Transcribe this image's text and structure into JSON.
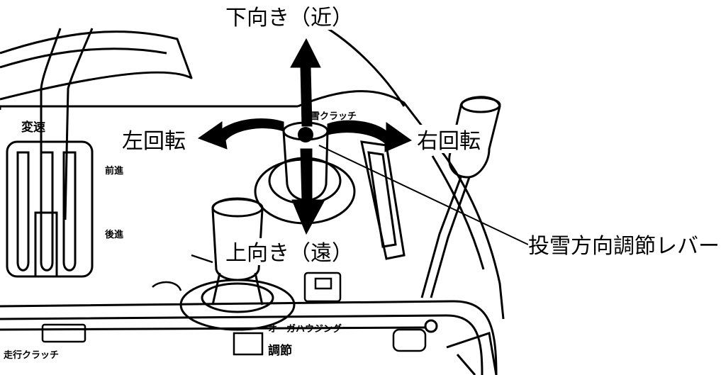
{
  "labels": {
    "up": "下向き（近）",
    "down": "上向き（遠）",
    "left": "左回転",
    "right": "右回転",
    "callout": "投雪方向調節レバー"
  },
  "panel_text": {
    "speed": "変速",
    "chute_clutch": "投雪クラッチ",
    "forward": "前進",
    "reverse": "後進",
    "auger_housing": "オーガハウジング",
    "adjust": "調節",
    "travel_clutch": "走行クラッチ"
  },
  "colors": {
    "ink": "#000000",
    "background": "#ffffff"
  }
}
